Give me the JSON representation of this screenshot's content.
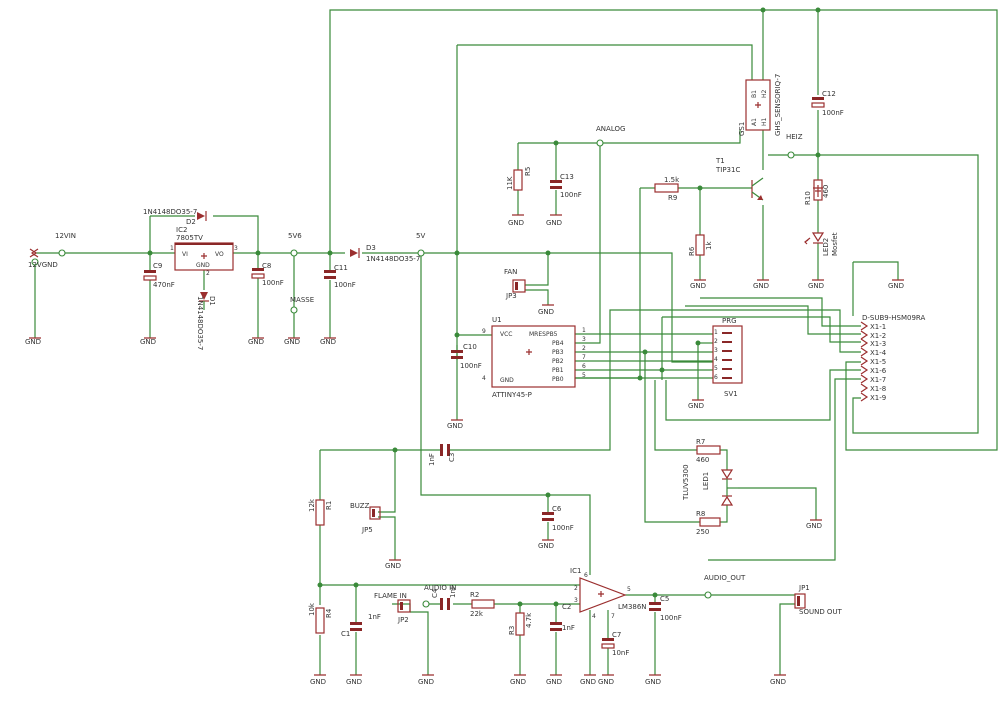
{
  "labels": {
    "vin": "12VIN",
    "gnd_12": "12VGND",
    "sv6": "5V6",
    "sv": "5V",
    "masse": "MASSE",
    "analog": "ANALOG",
    "heiz": "HEIZ",
    "fan": "FAN",
    "buzz": "BUZZ",
    "flame_in": "FLAME IN",
    "audio_in": "AUDIO IN",
    "audio_out": "AUDIO_OUT",
    "sound_out": "SOUND OUT",
    "prg": "PRG",
    "gnd": "GND"
  },
  "parts": {
    "ic2": {
      "name": "IC2",
      "value": "7805TV",
      "pin_vi": "VI",
      "pin_vo": "VO",
      "pin_gnd": "GND",
      "pin_1": "1",
      "pin_2": "2",
      "pin_3": "3"
    },
    "u1": {
      "name": "U1",
      "value": "ATTINY45-P",
      "vcc": "VCC",
      "gnd": "GND",
      "pins_left": [
        "9",
        "4"
      ],
      "signals": [
        "MRESPB5",
        "PB4",
        "PB3",
        "PB2",
        "PB1",
        "PB0"
      ],
      "pins_right": [
        "1",
        "3",
        "2",
        "7",
        "6",
        "5"
      ]
    },
    "ic1": {
      "name": "IC1",
      "value": "LM386N",
      "pins": [
        "6",
        "4",
        "2",
        "3",
        "5",
        "7"
      ]
    },
    "gs1": {
      "name": "GS1",
      "value": "GHS_SENSORIQ-7",
      "pins": [
        "B1",
        "A1",
        "H1",
        "H2"
      ]
    },
    "t1": {
      "name": "T1",
      "value": "TIP31C"
    },
    "d1": {
      "name": "D1",
      "value": "1N4148DO35-7"
    },
    "d2": {
      "name": "D2",
      "value": "1N4148DO35-7"
    },
    "d3": {
      "name": "D3",
      "value": "1N4148DO35-7"
    },
    "led1": {
      "name": "LED1",
      "value": "TLUV5300"
    },
    "led2": {
      "name": "LED2",
      "value": "Mosfet"
    },
    "c1": {
      "name": "C1",
      "value": "1nF"
    },
    "c2": {
      "name": "C2",
      "value": "1nF"
    },
    "c3": {
      "name": "C3",
      "value": "1nF"
    },
    "c4": {
      "name": "C4",
      "value": "1nF"
    },
    "c5": {
      "name": "C5",
      "value": "100nF"
    },
    "c6": {
      "name": "C6",
      "value": "100nF"
    },
    "c7": {
      "name": "C7",
      "value": "10nF"
    },
    "c8": {
      "name": "C8",
      "value": "100nF"
    },
    "c9": {
      "name": "C9",
      "value": "470nF"
    },
    "c10": {
      "name": "C10",
      "value": "100nF"
    },
    "c11": {
      "name": "C11",
      "value": "100nF"
    },
    "c12": {
      "name": "C12",
      "value": "100nF"
    },
    "c13": {
      "name": "C13",
      "value": "100nF"
    },
    "r1": {
      "name": "R1",
      "value": "12k"
    },
    "r2": {
      "name": "R2",
      "value": "22k"
    },
    "r3": {
      "name": "R3",
      "value": "4.7k"
    },
    "r4": {
      "name": "R4",
      "value": "10k"
    },
    "r5": {
      "name": "R5",
      "value": "11K"
    },
    "r6": {
      "name": "R6",
      "value": "1k"
    },
    "r7": {
      "name": "R7",
      "value": "460"
    },
    "r8": {
      "name": "R8",
      "value": "250"
    },
    "r9": {
      "name": "R9",
      "value": "1.5k"
    },
    "r10": {
      "name": "R10",
      "value": "460"
    },
    "jp1": {
      "name": "JP1"
    },
    "jp2": {
      "name": "JP2"
    },
    "jp3": {
      "name": "JP3"
    },
    "jp5": {
      "name": "JP5"
    },
    "sv1": {
      "name": "SV1",
      "pins": [
        "1",
        "2",
        "3",
        "4",
        "5",
        "6"
      ]
    },
    "x1": {
      "name": "D-SUB9-HSM09RA",
      "pins": [
        "X1-1",
        "X1-2",
        "X1-3",
        "X1-4",
        "X1-5",
        "X1-6",
        "X1-7",
        "X1-8",
        "X1-9"
      ]
    }
  }
}
